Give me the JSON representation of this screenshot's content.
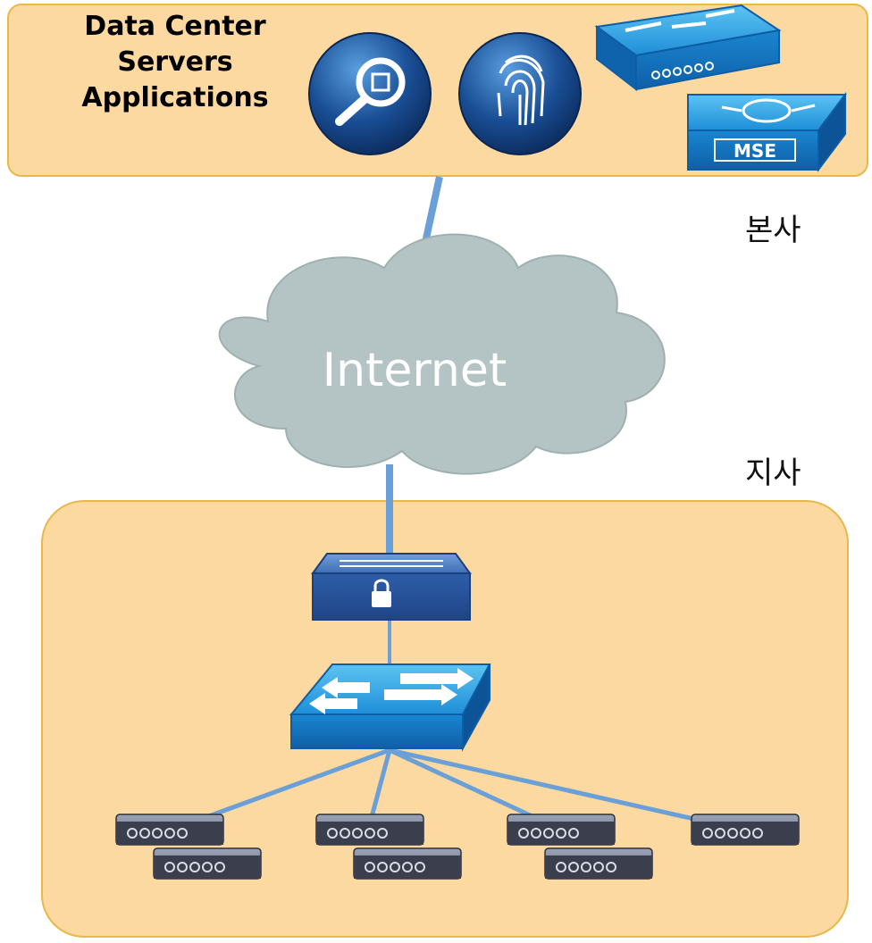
{
  "datacenter": {
    "lines": [
      "Data Center",
      "Servers",
      "Applications"
    ]
  },
  "labels": {
    "hq": "본사",
    "branch": "지사"
  },
  "cloud": {
    "label": "Internet"
  },
  "mse": {
    "label": "MSE"
  },
  "colors": {
    "panel_fill": "#fcd9a0",
    "panel_border": "#e8b84a",
    "link": "#6a9fd8",
    "cloud": "#b4c4c4",
    "device_blue": "#1e7fd6"
  }
}
